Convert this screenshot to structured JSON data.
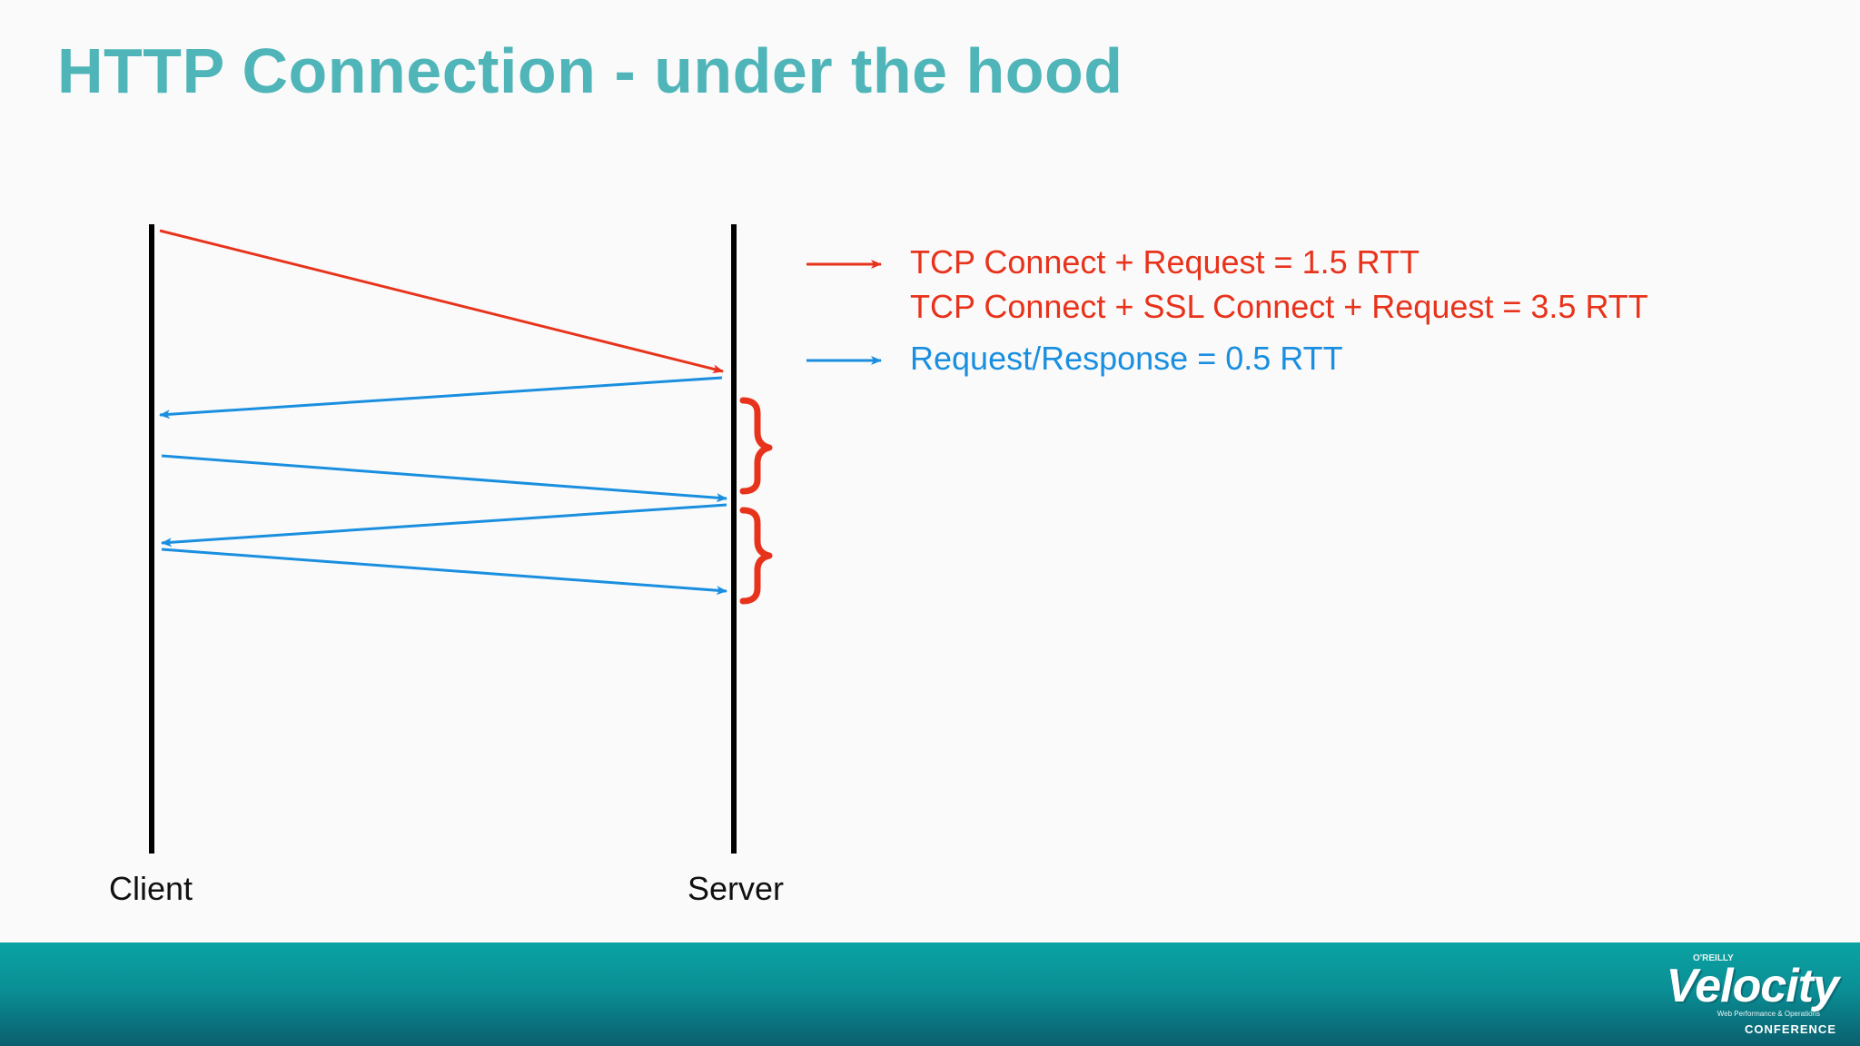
{
  "slide": {
    "title": "HTTP Connection - under the hood"
  },
  "diagram": {
    "left_lane_label": "Client",
    "right_lane_label": "Server"
  },
  "legend": {
    "red_line_1": "TCP Connect + Request = 1.5 RTT",
    "red_line_2": "TCP Connect + SSL Connect + Request = 3.5 RTT",
    "blue_line": "Request/Response = 0.5 RTT"
  },
  "colors": {
    "title": "#4fb5b8",
    "red_arrow": "#e8331c",
    "blue_arrow": "#1a8fe0",
    "footer": "#0a9ea0"
  },
  "footer": {
    "logo_publisher": "O'REILLY",
    "logo_name": "Velocity",
    "logo_tagline": "Web Performance & Operations",
    "logo_event": "CONFERENCE"
  }
}
